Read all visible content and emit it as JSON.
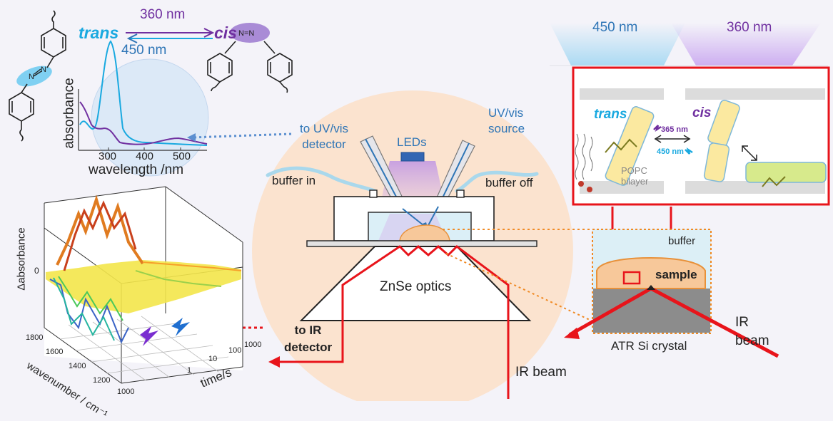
{
  "switching": {
    "top_wavelength": "360 nm",
    "bottom_wavelength": "450 nm",
    "trans_label": "trans",
    "cis_label": "cis"
  },
  "spectrum": {
    "y_label": "absorbance",
    "x_label": "wavelength /nm",
    "x_ticks": [
      "300",
      "400",
      "500"
    ]
  },
  "setup": {
    "leds": "LEDs",
    "detector_uv": "to UV/vis\ndetector",
    "source_uv": "UV/vis\nsource",
    "buffer_in": "buffer in",
    "buffer_off": "buffer off",
    "optics": "ZnSe optics",
    "to_ir_detector": "to IR\ndetector",
    "ir_beam": "IR beam"
  },
  "led_beams": {
    "blue": "450 nm",
    "violet": "360 nm"
  },
  "membrane": {
    "trans": "trans",
    "cis": "cis",
    "uv_nm": "365 nm",
    "vis_nm": "450 nm",
    "lipid": "POPC\nbilayer"
  },
  "atr": {
    "buffer": "buffer",
    "sample": "sample",
    "crystal": "ATR Si crystal",
    "ir_beam": "IR\nbeam"
  },
  "plot3d": {
    "z_label": "Δabsorbance",
    "z_tick": "0",
    "x_label": "wavenumber / cm⁻¹",
    "x_ticks": [
      "1800",
      "1600",
      "1400",
      "1200",
      "1000"
    ],
    "t_label": "time/s",
    "t_ticks": [
      "1000",
      "100",
      "10",
      "1"
    ]
  },
  "colors": {
    "trans": "#19a9e0",
    "cis": "#7030a0",
    "ir": "#e8141b",
    "label_blue": "#2e75b6",
    "circle": "#fbe3cf",
    "sample": "#f7c89a"
  }
}
